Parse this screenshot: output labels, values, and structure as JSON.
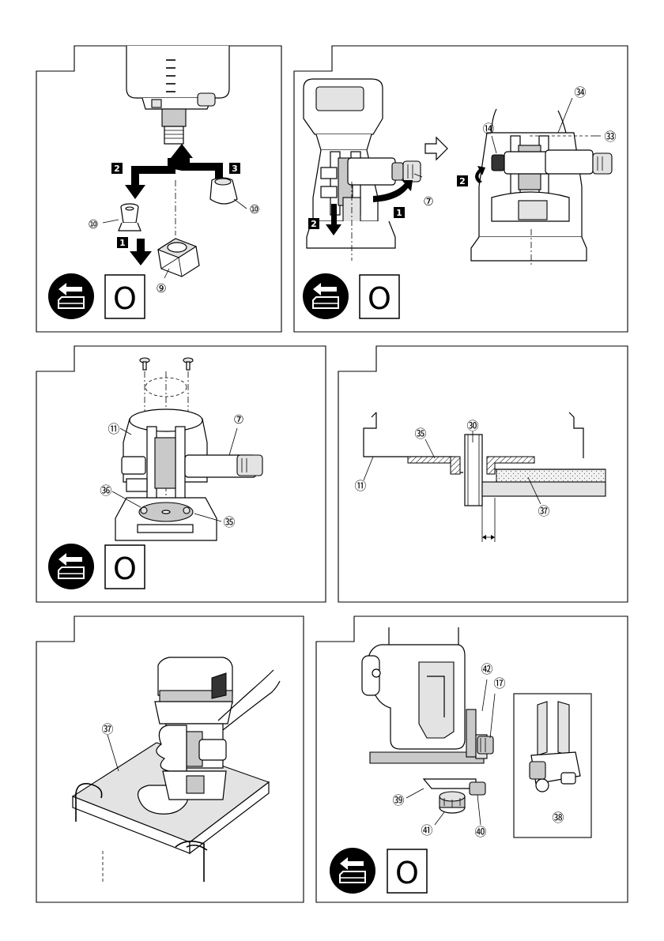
{
  "panels": {
    "p1": {
      "callouts": [
        "⑩",
        "⑩",
        "⑨"
      ],
      "steps": [
        "2",
        "3",
        "1"
      ],
      "zero_box": "O"
    },
    "p2": {
      "callouts": [
        "⑦",
        "⑭",
        "㉞",
        "㉝"
      ],
      "steps": [
        "1",
        "2",
        "2"
      ],
      "zero_box": "O"
    },
    "p3": {
      "callouts": [
        "⑪",
        "⑦",
        "㊱",
        "㉟"
      ],
      "zero_box": "O"
    },
    "p4": {
      "callouts": [
        "㉟",
        "㉚",
        "⑪",
        "㊲"
      ]
    },
    "p5": {
      "callouts": [
        "㊲"
      ]
    },
    "p6": {
      "callouts": [
        "㊷",
        "⑰",
        "㊴",
        "㊶",
        "㊵",
        "㊳"
      ],
      "zero_box": "O"
    }
  },
  "icons": {
    "battery_remove": "battery-removal-icon"
  }
}
